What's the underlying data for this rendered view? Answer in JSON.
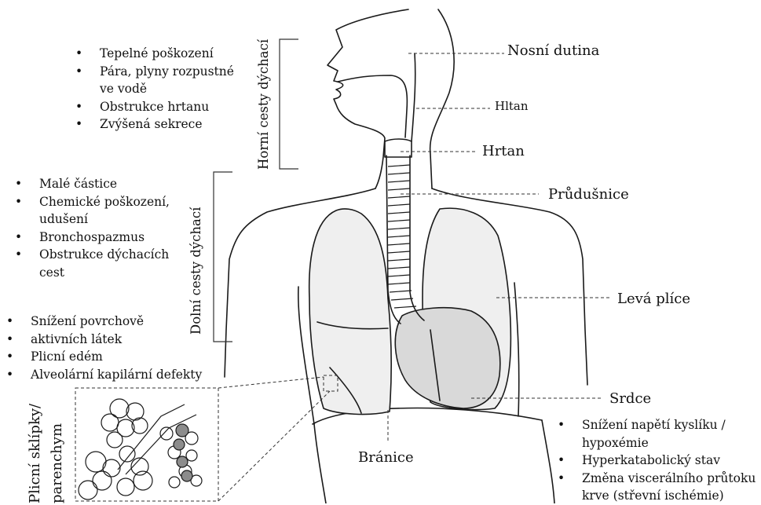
{
  "labels": {
    "nasal_cavity": "Nosní dutina",
    "pharynx": "Hltan",
    "larynx": "Hrtan",
    "trachea": "Průdušnice",
    "left_lung": "Levá plíce",
    "heart": "Srdce",
    "diaphragm": "Bránice"
  },
  "sections": {
    "upper_airways": "Horní cesty dýchací",
    "lower_airways": "Dolní cesty dýchací",
    "alveoli_line1": "Plicní sklípky/",
    "alveoli_line2": "parenchym"
  },
  "lists": {
    "upper": [
      "Tepelné poškození",
      "Pára, plyny rozpustné",
      "ve vodě",
      "Obstrukce hrtanu",
      "Zvýšená sekrece"
    ],
    "lower": [
      "Malé částice",
      "Chemické poškození,",
      "udušení",
      "Bronchospazmus",
      "Obstrukce dýchacích",
      "cest"
    ],
    "alveolar": [
      "Snížení povrchově",
      "aktivních látek",
      "Plicní edém",
      "Alveolární kapilární defekty"
    ],
    "systemic": [
      "Snížení napětí kyslíku /",
      "hypoxémie",
      "Hyperkatabolický stav",
      "Změna viscerálního průtoku",
      "krve (střevní ischémie)"
    ]
  },
  "colors": {
    "line": "#1a1a1a",
    "heart_fill": "#d9d9d9",
    "lung_fill": "#efefef",
    "alveolus_dark": "#8c8c8c"
  }
}
